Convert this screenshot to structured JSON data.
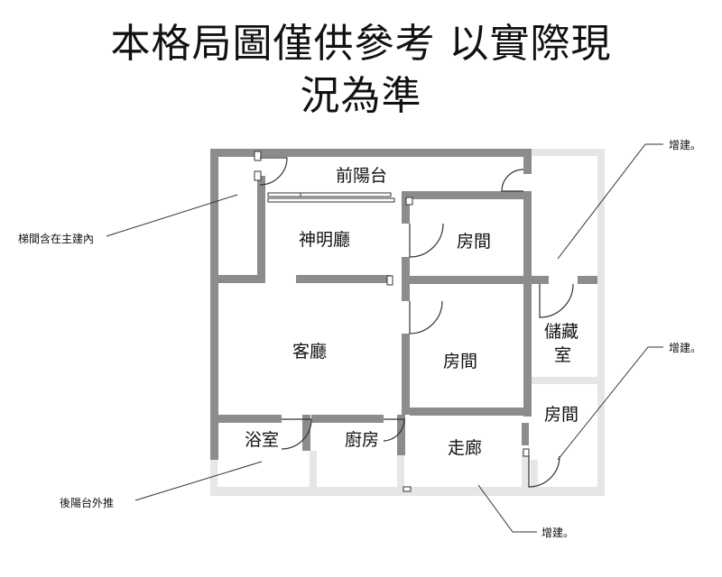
{
  "title": {
    "line1": "本格局圖僅供參考 以實際現",
    "line2": "況為準"
  },
  "rooms": {
    "front_balcony": "前陽台",
    "shrine_hall": "神明廳",
    "bedroom_top": "房間",
    "living_room": "客廳",
    "bedroom_middle": "房間",
    "storage_line1": "儲藏",
    "storage_line2": "室",
    "bedroom_right": "房間",
    "bathroom": "浴室",
    "kitchen": "廚房",
    "corridor": "走廊"
  },
  "annotations": {
    "stairs_note": "梯間含在主建內",
    "rear_balcony_note": "後陽台外推",
    "extension_top": "增建。",
    "extension_middle": "增建。",
    "extension_bottom": "增建。"
  },
  "colors": {
    "wall": "#8c8c8c",
    "extension_wall": "#e6e6e6",
    "line": "#333333"
  }
}
